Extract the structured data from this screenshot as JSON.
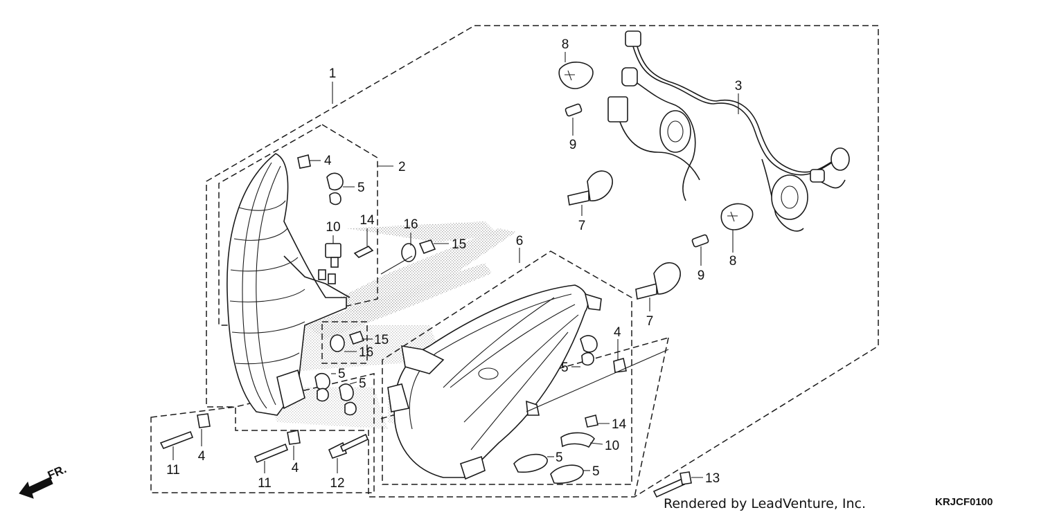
{
  "diagram": {
    "callouts": [
      {
        "id": "c1",
        "text": "1"
      },
      {
        "id": "c2",
        "text": "2"
      },
      {
        "id": "c3",
        "text": "3"
      },
      {
        "id": "c4a",
        "text": "4"
      },
      {
        "id": "c4b",
        "text": "4"
      },
      {
        "id": "c4c",
        "text": "4"
      },
      {
        "id": "c4d",
        "text": "4"
      },
      {
        "id": "c5a",
        "text": "5"
      },
      {
        "id": "c5b",
        "text": "5"
      },
      {
        "id": "c5c",
        "text": "5"
      },
      {
        "id": "c5d",
        "text": "5"
      },
      {
        "id": "c5e",
        "text": "5"
      },
      {
        "id": "c5f",
        "text": "5"
      },
      {
        "id": "c6",
        "text": "6"
      },
      {
        "id": "c7a",
        "text": "7"
      },
      {
        "id": "c7b",
        "text": "7"
      },
      {
        "id": "c8a",
        "text": "8"
      },
      {
        "id": "c8b",
        "text": "8"
      },
      {
        "id": "c9a",
        "text": "9"
      },
      {
        "id": "c9b",
        "text": "9"
      },
      {
        "id": "c10a",
        "text": "10"
      },
      {
        "id": "c10b",
        "text": "10"
      },
      {
        "id": "c11a",
        "text": "11"
      },
      {
        "id": "c11b",
        "text": "11"
      },
      {
        "id": "c12",
        "text": "12"
      },
      {
        "id": "c13",
        "text": "13"
      },
      {
        "id": "c14a",
        "text": "14"
      },
      {
        "id": "c14b",
        "text": "14"
      },
      {
        "id": "c15a",
        "text": "15"
      },
      {
        "id": "c15b",
        "text": "15"
      },
      {
        "id": "c16a",
        "text": "16"
      },
      {
        "id": "c16b",
        "text": "16"
      }
    ],
    "front_indicator": "FR.",
    "credit": "Rendered by LeadVenture, Inc.",
    "diagram_code": "KRJCF0100"
  }
}
